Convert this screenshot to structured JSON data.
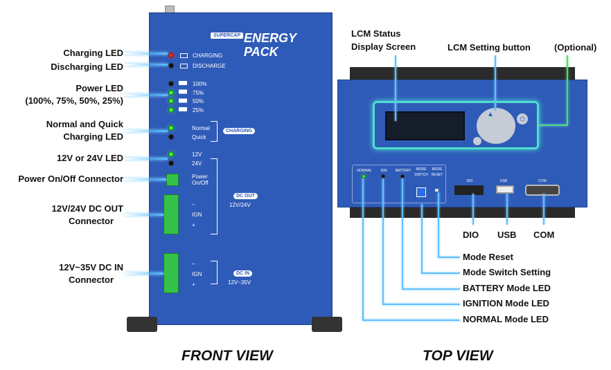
{
  "front_labels": {
    "charging_led": "Charging LED",
    "discharging_led": "Discharging LED",
    "power_led": "Power LED",
    "power_led_levels": "(100%, 75%, 50%, 25%)",
    "normal_quick_1": "Normal and Quick",
    "normal_quick_2": "Charging LED",
    "v_led": "12V or 24V LED",
    "power_conn": "Power On/Off Connector",
    "dcout_1": "12V/24V DC OUT",
    "dcout_2": "Connector",
    "dcin_1": "12V~35V DC IN",
    "dcin_2": "Connector"
  },
  "panel": {
    "brand": "SUPERCAP",
    "title1": "ENERGY",
    "title2": "PACK",
    "charging": "CHARGING",
    "discharge": "DISCHARGE",
    "p100": "100%",
    "p75": "75%",
    "p50": "50%",
    "p25": "25%",
    "normal": "Normal",
    "quick": "Quick",
    "charging_pill": "CHARGING",
    "v12": "12V",
    "v24": "24V",
    "power": "Power",
    "onoff": "On/Off",
    "dcout_pill": "DC OUT",
    "dcout_range": "12V/24V",
    "minus": "–",
    "ign": "IGN",
    "plus": "+",
    "dcin_pill": "DC IN",
    "dcin_range": "12V~35V"
  },
  "top_panel": {
    "normal": "NORMAL",
    "ign": "IGN",
    "battery": "BATTERY",
    "mode_switch_1": "MODE",
    "mode_switch_2": "SWITCH",
    "mode_reset_1": "MODE",
    "mode_reset_2": "RESET",
    "dio": "DIO",
    "usb": "USB",
    "com": "COM"
  },
  "top_labels": {
    "lcm_1": "LCM Status",
    "lcm_2": "Display Screen",
    "lcm_button": "LCM Setting button",
    "optional": "(Optional)",
    "dio": "DIO",
    "usb": "USB",
    "com": "COM",
    "mode_reset": "Mode Reset",
    "mode_switch": "Mode Switch Setting",
    "battery_led": "BATTERY Mode LED",
    "ignition_led": "IGNITION Mode LED",
    "normal_led": "NORMAL Mode LED"
  },
  "footer": {
    "front": "FRONT VIEW",
    "top": "TOP VIEW"
  }
}
